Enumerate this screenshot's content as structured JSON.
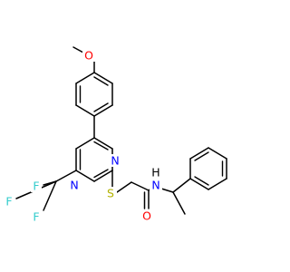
{
  "atom_colors": {
    "O": "#ff0000",
    "N": "#0000ff",
    "S": "#b2b200",
    "F": "#33cccc"
  },
  "molecule": {
    "atoms": [
      {
        "id": "O_ether",
        "element": "O",
        "label": "O"
      },
      {
        "id": "F1",
        "element": "F",
        "label": "F"
      },
      {
        "id": "F2",
        "element": "F",
        "label": "F"
      },
      {
        "id": "F3",
        "element": "F",
        "label": "F"
      },
      {
        "id": "N_ring_top",
        "element": "N",
        "label": "N"
      },
      {
        "id": "N_ring_bottom",
        "element": "N",
        "label": "N"
      },
      {
        "id": "S_thioether",
        "element": "S",
        "label": "S"
      },
      {
        "id": "N_amide",
        "element": "N",
        "label": "N"
      },
      {
        "id": "H_amide",
        "element": "H",
        "label": "H"
      },
      {
        "id": "O_carbonyl",
        "element": "O",
        "label": "O"
      }
    ]
  }
}
